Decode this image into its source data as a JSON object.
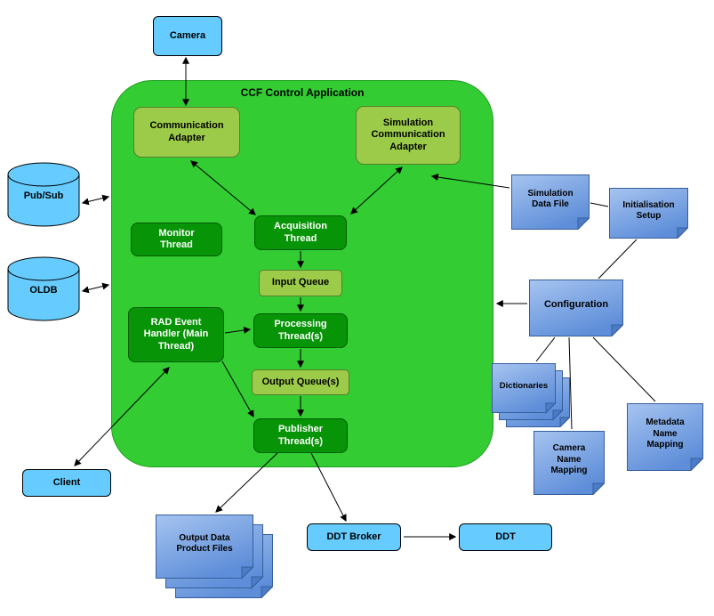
{
  "title": "CCF Control Application",
  "colors": {
    "light-blue": "#66CCFF",
    "green": "#33CC33",
    "light-green": "#9CCB4A",
    "dark-green": "#079407",
    "note-top": "#A6C4F0",
    "note-bottom": "#5E8ED9",
    "note-fold": "#4C7CC7",
    "note-border": "#365E9C"
  },
  "nodes": {
    "camera": {
      "label": "Camera"
    },
    "communication_adapter": {
      "label": "Communication Adapter"
    },
    "simulation_communication_adapter": {
      "label": "Simulation Communication Adapter"
    },
    "monitor_thread": {
      "label": "Monitor Thread"
    },
    "acquisition_thread": {
      "label": "Acquisition Thread"
    },
    "input_queue": {
      "label": "Input Queue"
    },
    "rad_event_handler": {
      "label": "RAD Event Handler (Main Thread)"
    },
    "processing_threads": {
      "label": "Processing Thread(s)"
    },
    "output_queues": {
      "label": "Output Queue(s)"
    },
    "publisher_threads": {
      "label": "Publisher Thread(s)"
    },
    "pub_sub": {
      "label": "Pub/Sub"
    },
    "oldb": {
      "label": "OLDB"
    },
    "client": {
      "label": "Client"
    },
    "simulation_data_file": {
      "label": "Simulation Data File"
    },
    "initialisation_setup": {
      "label": "Initialisation Setup"
    },
    "configuration": {
      "label": "Configuration"
    },
    "dictionaries": {
      "label": "Dictionaries"
    },
    "camera_name_mapping": {
      "label": "Camera Name Mapping"
    },
    "metadata_name_mapping": {
      "label": "Metadata Name Mapping"
    },
    "output_data_product_files": {
      "label": "Output Data Product Files"
    },
    "ddt_broker": {
      "label": "DDT Broker"
    },
    "ddt": {
      "label": "DDT"
    }
  }
}
